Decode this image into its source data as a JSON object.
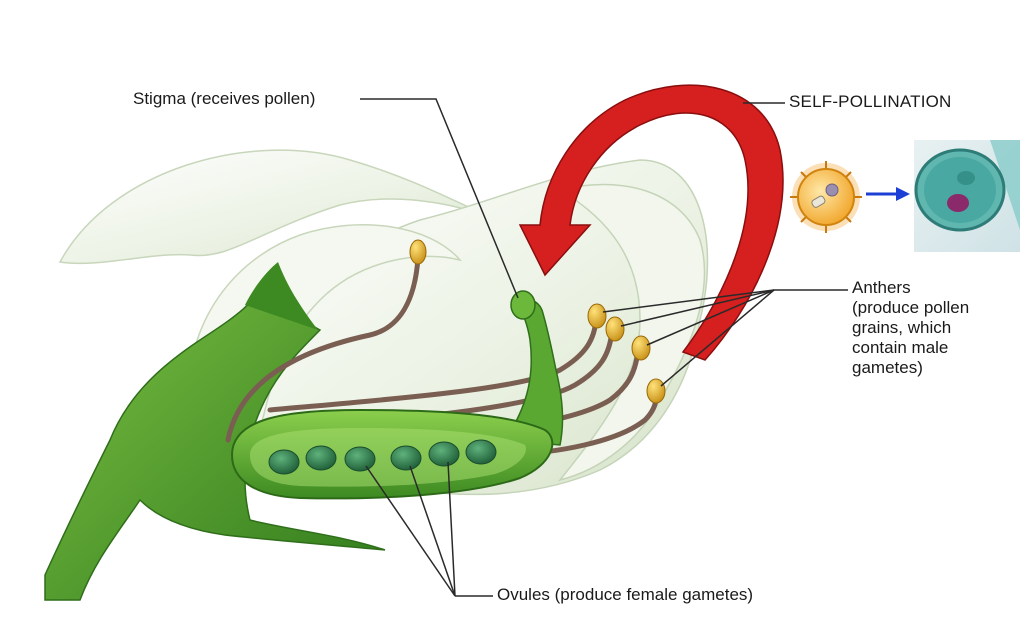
{
  "labels": {
    "stigma": "Stigma (receives pollen)",
    "self_pollination": "SELF-POLLINATION",
    "anthers_lines": [
      "Anthers",
      "(produce pollen",
      "grains, which",
      "contain male",
      "gametes)"
    ],
    "ovules": "Ovules (produce female gametes)"
  },
  "colors": {
    "petal": "#eef3e6",
    "sepal": "#4f9a2a",
    "ovary": "#5aa832",
    "ovule": "#2e7a4a",
    "filament": "#7a5e52",
    "anther": "#e3b21c",
    "arrow": "#d61f1f",
    "pollen": "#f2a428",
    "micrograph": "#5fb7b0"
  },
  "icons": [
    "red-curved-arrow-icon",
    "pollen-grain-icon",
    "blue-arrow-icon",
    "pollen-micrograph-icon"
  ]
}
